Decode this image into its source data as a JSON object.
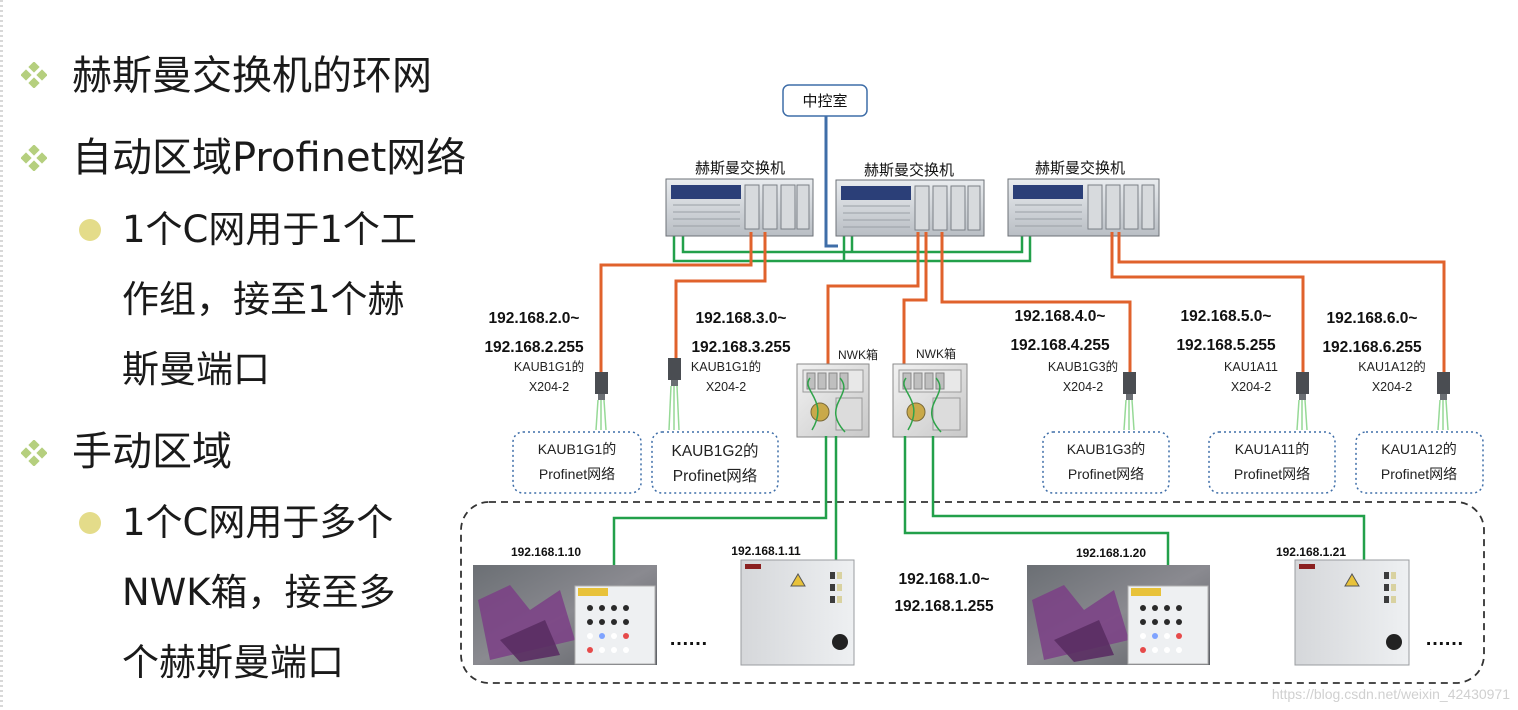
{
  "left_panel": {
    "items": [
      {
        "level": 1,
        "text": "赫斯曼交换机的环网"
      },
      {
        "level": 1,
        "text": "自动区域Profinet网络"
      },
      {
        "level": 2,
        "lines": [
          "1个C网用于1个工",
          "作组，接至1个赫",
          "斯曼端口"
        ]
      },
      {
        "level": 1,
        "text": "手动区域"
      },
      {
        "level": 2,
        "lines": [
          "1个C网用于多个",
          "NWK箱，接至多",
          "个赫斯曼端口"
        ]
      }
    ]
  },
  "diagram": {
    "control_room": "中控室",
    "switch_labels": [
      "赫斯曼交换机",
      "赫斯曼交换机",
      "赫斯曼交换机"
    ],
    "nwk_labels": [
      "NWK箱",
      "NWK箱"
    ],
    "subnets": [
      {
        "ip1": "192.168.2.0~",
        "ip2": "192.168.2.255",
        "port1": "KAUB1G1的",
        "port2": "X204-2",
        "net1": "KAUB1G1的",
        "net2": "Profinet网络"
      },
      {
        "ip1": "192.168.3.0~",
        "ip2": "192.168.3.255",
        "port1": "KAUB1G1的",
        "port2": "X204-2",
        "net1": "KAUB1G2的",
        "net2": "Profinet网络"
      },
      {
        "ip1": "192.168.4.0~",
        "ip2": "192.168.4.255",
        "port1": "KAUB1G3的",
        "port2": "X204-2",
        "net1": "KAUB1G3的",
        "net2": "Profinet网络"
      },
      {
        "ip1": "192.168.5.0~",
        "ip2": "192.168.5.255",
        "port1": "KAU1A11",
        "port2": "X204-2",
        "net1": "KAU1A11的",
        "net2": "Profinet网络"
      },
      {
        "ip1": "192.168.6.0~",
        "ip2": "192.168.6.255",
        "port1": "KAU1A12的",
        "port2": "X204-2",
        "net1": "KAU1A12的",
        "net2": "Profinet网络"
      }
    ],
    "manual_area": {
      "range1": "192.168.1.0~",
      "range2": "192.168.1.255",
      "devices": [
        "192.168.1.10",
        "192.168.1.11",
        "192.168.1.20",
        "192.168.1.21"
      ],
      "ellipsis": "……"
    },
    "colors": {
      "orange": "#e0622c",
      "green": "#22a04a",
      "blue": "#3f6ea8",
      "bullet_diamond": "#b5cf7e",
      "bullet_dot": "#e4dc8a"
    }
  },
  "watermark": "https://blog.csdn.net/weixin_42430971"
}
